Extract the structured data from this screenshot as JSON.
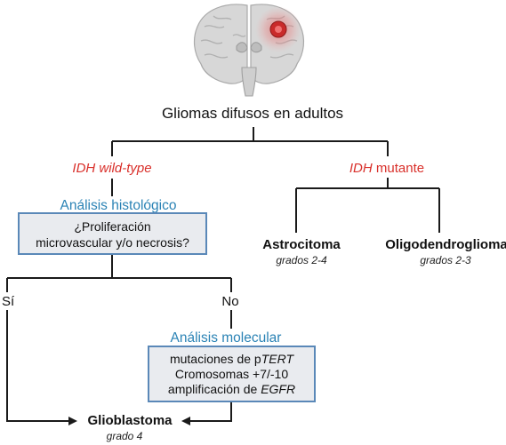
{
  "title": "Gliomas difusos en adultos",
  "idh_wt": {
    "gene": "IDH",
    "status": "wild-type"
  },
  "idh_mut": {
    "gene": "IDH",
    "status": "mutante"
  },
  "histology": {
    "heading": "Análisis histológico",
    "line1": "¿Proliferación",
    "line2": "microvascular y/o necrosis?"
  },
  "answers": {
    "yes": "Sí",
    "no": "No"
  },
  "molecular": {
    "heading": "Análisis molecular",
    "line1_prefix": "mutaciones de p",
    "line1_gene": "TERT",
    "line2": "Cromosomas +7/-10",
    "line3_prefix": "amplificación de ",
    "line3_gene": "EGFR"
  },
  "outcomes": {
    "astro": {
      "name": "Astrocitoma",
      "grade": "grados 2-4"
    },
    "oligo": {
      "name": "Oligodendroglioma",
      "grade": "grados 2-3"
    },
    "gbm": {
      "name": "Glioblastoma",
      "grade": "grado 4"
    }
  },
  "colors": {
    "mutation_red": "#d9302b",
    "analysis_blue": "#2b83b5",
    "box_border": "#5a88b8",
    "box_fill": "#e9ebef",
    "lines": "#1a1a1a"
  }
}
